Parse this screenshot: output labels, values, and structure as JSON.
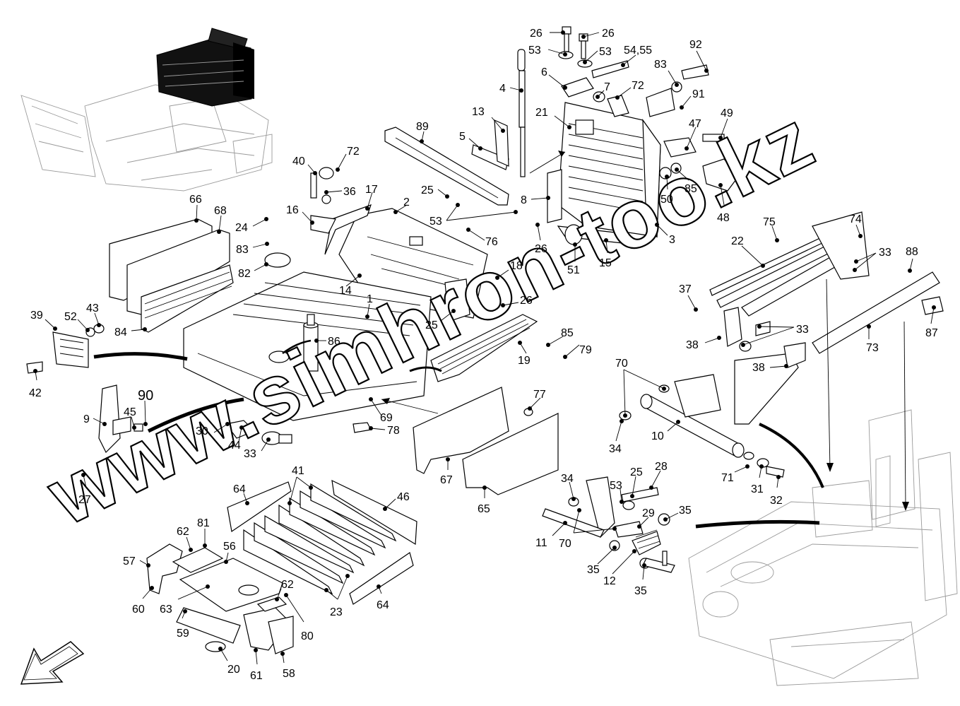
{
  "labels": [
    {
      "id": "l26a",
      "text": "26"
    },
    {
      "id": "l26b",
      "text": "26"
    },
    {
      "id": "l53a",
      "text": "53"
    },
    {
      "id": "l53b",
      "text": "53"
    },
    {
      "id": "l5455",
      "text": "54,55"
    },
    {
      "id": "l92",
      "text": "92"
    },
    {
      "id": "l6",
      "text": "6"
    },
    {
      "id": "l7",
      "text": "7"
    },
    {
      "id": "l72a",
      "text": "72"
    },
    {
      "id": "l83a",
      "text": "83"
    },
    {
      "id": "l91",
      "text": "91"
    },
    {
      "id": "l4",
      "text": "4"
    },
    {
      "id": "l13",
      "text": "13"
    },
    {
      "id": "l21",
      "text": "21"
    },
    {
      "id": "l49",
      "text": "49"
    },
    {
      "id": "l89",
      "text": "89"
    },
    {
      "id": "l47",
      "text": "47"
    },
    {
      "id": "l5",
      "text": "5"
    },
    {
      "id": "l40",
      "text": "40"
    },
    {
      "id": "l72b",
      "text": "72"
    },
    {
      "id": "l36",
      "text": "36"
    },
    {
      "id": "l17",
      "text": "17"
    },
    {
      "id": "l25a",
      "text": "25"
    },
    {
      "id": "l8",
      "text": "8"
    },
    {
      "id": "l50",
      "text": "50"
    },
    {
      "id": "l85a",
      "text": "85"
    },
    {
      "id": "l48",
      "text": "48"
    },
    {
      "id": "l66",
      "text": "66"
    },
    {
      "id": "l68",
      "text": "68"
    },
    {
      "id": "l16",
      "text": "16"
    },
    {
      "id": "l2",
      "text": "2"
    },
    {
      "id": "l53c",
      "text": "53"
    },
    {
      "id": "l24",
      "text": "24"
    },
    {
      "id": "l76",
      "text": "76"
    },
    {
      "id": "l26c",
      "text": "26"
    },
    {
      "id": "l3",
      "text": "3"
    },
    {
      "id": "l75",
      "text": "75"
    },
    {
      "id": "l74",
      "text": "74"
    },
    {
      "id": "l22",
      "text": "22"
    },
    {
      "id": "l83b",
      "text": "83"
    },
    {
      "id": "l82",
      "text": "82"
    },
    {
      "id": "l51",
      "text": "51"
    },
    {
      "id": "l15",
      "text": "15"
    },
    {
      "id": "l33a",
      "text": "33"
    },
    {
      "id": "l88",
      "text": "88"
    },
    {
      "id": "l18",
      "text": "18"
    },
    {
      "id": "l14",
      "text": "14"
    },
    {
      "id": "l37",
      "text": "37"
    },
    {
      "id": "l1",
      "text": "1"
    },
    {
      "id": "l26d",
      "text": "26"
    },
    {
      "id": "l43",
      "text": "43"
    },
    {
      "id": "l39",
      "text": "39"
    },
    {
      "id": "l52",
      "text": "52"
    },
    {
      "id": "l84",
      "text": "84"
    },
    {
      "id": "l25b",
      "text": "25"
    },
    {
      "id": "l86",
      "text": "86"
    },
    {
      "id": "l85b",
      "text": "85"
    },
    {
      "id": "l33b",
      "text": "33"
    },
    {
      "id": "l87",
      "text": "87"
    },
    {
      "id": "l79",
      "text": "79"
    },
    {
      "id": "l38a",
      "text": "38"
    },
    {
      "id": "l73",
      "text": "73"
    },
    {
      "id": "l19",
      "text": "19"
    },
    {
      "id": "l42",
      "text": "42"
    },
    {
      "id": "l70a",
      "text": "70"
    },
    {
      "id": "l38b",
      "text": "38"
    },
    {
      "id": "l90",
      "text": "90"
    },
    {
      "id": "l77",
      "text": "77"
    },
    {
      "id": "l9",
      "text": "9"
    },
    {
      "id": "l45",
      "text": "45"
    },
    {
      "id": "l69",
      "text": "69"
    },
    {
      "id": "l30",
      "text": "30"
    },
    {
      "id": "l44",
      "text": "44"
    },
    {
      "id": "l78",
      "text": "78"
    },
    {
      "id": "l33c",
      "text": "33"
    },
    {
      "id": "l10",
      "text": "10"
    },
    {
      "id": "l34a",
      "text": "34"
    },
    {
      "id": "l67",
      "text": "67"
    },
    {
      "id": "l27",
      "text": "27"
    },
    {
      "id": "l41",
      "text": "41"
    },
    {
      "id": "l71",
      "text": "71"
    },
    {
      "id": "l28",
      "text": "28"
    },
    {
      "id": "l25c",
      "text": "25"
    },
    {
      "id": "l34b",
      "text": "34"
    },
    {
      "id": "l53d",
      "text": "53"
    },
    {
      "id": "l31",
      "text": "31"
    },
    {
      "id": "l32",
      "text": "32"
    },
    {
      "id": "l64a",
      "text": "64"
    },
    {
      "id": "l46",
      "text": "46"
    },
    {
      "id": "l65",
      "text": "65"
    },
    {
      "id": "l29",
      "text": "29"
    },
    {
      "id": "l35a",
      "text": "35"
    },
    {
      "id": "l62a",
      "text": "62"
    },
    {
      "id": "l81",
      "text": "81"
    },
    {
      "id": "l11",
      "text": "11"
    },
    {
      "id": "l70b",
      "text": "70"
    },
    {
      "id": "l57",
      "text": "57"
    },
    {
      "id": "l56",
      "text": "56"
    },
    {
      "id": "l35b",
      "text": "35"
    },
    {
      "id": "l12",
      "text": "12"
    },
    {
      "id": "l35c",
      "text": "35"
    },
    {
      "id": "l62b",
      "text": "62"
    },
    {
      "id": "l60",
      "text": "60"
    },
    {
      "id": "l63",
      "text": "63"
    },
    {
      "id": "l23",
      "text": "23"
    },
    {
      "id": "l64b",
      "text": "64"
    },
    {
      "id": "l80",
      "text": "80"
    },
    {
      "id": "l59",
      "text": "59"
    },
    {
      "id": "l20",
      "text": "20"
    },
    {
      "id": "l61",
      "text": "61"
    },
    {
      "id": "l58",
      "text": "58"
    }
  ],
  "watermark": {
    "text": "www.simhron-too.kz"
  },
  "colors": {
    "line": "#000000",
    "background": "#ffffff",
    "ghost": "#9a9a9a",
    "watermark_fill": "#ffffff"
  },
  "icons": {
    "corner_arrow": "direction-arrow-icon"
  }
}
